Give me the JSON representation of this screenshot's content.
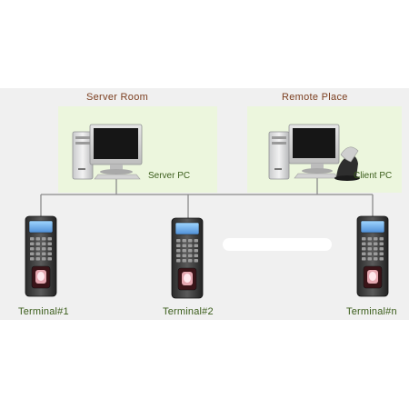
{
  "locations": {
    "server_room": "Server Room",
    "remote_place": "Remote Place"
  },
  "pcs": {
    "server": "Server PC",
    "client": "Client PC"
  },
  "terminals": [
    "Terminal#1",
    "Terminal#2",
    "Terminal#n"
  ],
  "colors": {
    "title_text": "#7b3e1f",
    "label_text": "#3b5d1b",
    "panel_fill": "#ecf6dd",
    "band_fill": "#f0f0f0",
    "network_line": "#8a8a8a"
  }
}
